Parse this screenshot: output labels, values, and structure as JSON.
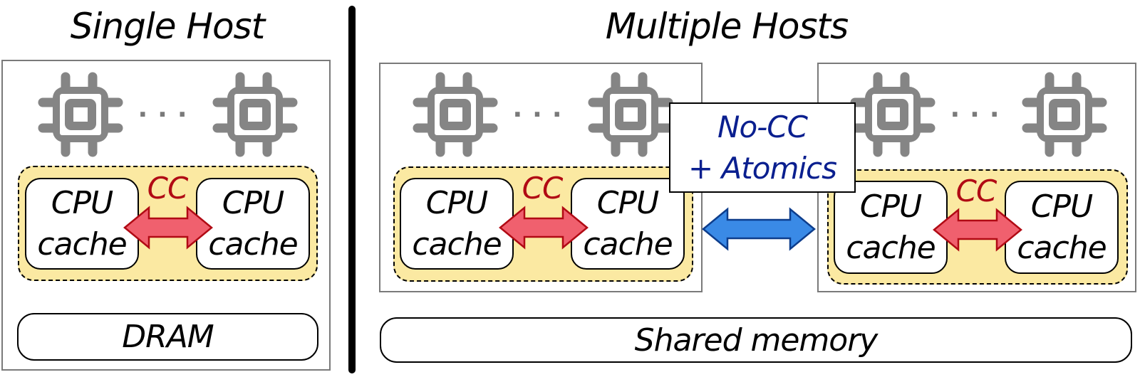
{
  "single_host": {
    "title": "Single Host",
    "cpu_icons": [
      "cpu-chip",
      "cpu-chip"
    ],
    "ellipsis": "...",
    "coherence_label": "CC",
    "caches": [
      {
        "line1": "CPU",
        "line2": "cache"
      },
      {
        "line1": "CPU",
        "line2": "cache"
      }
    ],
    "memory_label": "DRAM"
  },
  "multiple_hosts": {
    "title": "Multiple Hosts",
    "hosts": [
      {
        "ellipsis": "...",
        "coherence_label": "CC",
        "caches": [
          {
            "line1": "CPU",
            "line2": "cache"
          },
          {
            "line1": "CPU",
            "line2": "cache"
          }
        ]
      },
      {
        "ellipsis": "...",
        "coherence_label": "CC",
        "caches": [
          {
            "line1": "CPU",
            "line2": "cache"
          },
          {
            "line1": "CPU",
            "line2": "cache"
          }
        ]
      }
    ],
    "interconnect": {
      "line1": "No-CC",
      "line2": "+ Atomics"
    },
    "memory_label": "Shared memory"
  },
  "colors": {
    "cc_text": "#b10a14",
    "cc_arrow_fill": "#f0606e",
    "cc_arrow_stroke": "#b10a14",
    "interconnect_arrow_fill": "#3a8ae6",
    "interconnect_arrow_stroke": "#0d3d8c",
    "interconnect_text": "#0a1f8f",
    "coherence_region": "#fbe9a2",
    "cpu_icon": "#858585"
  }
}
